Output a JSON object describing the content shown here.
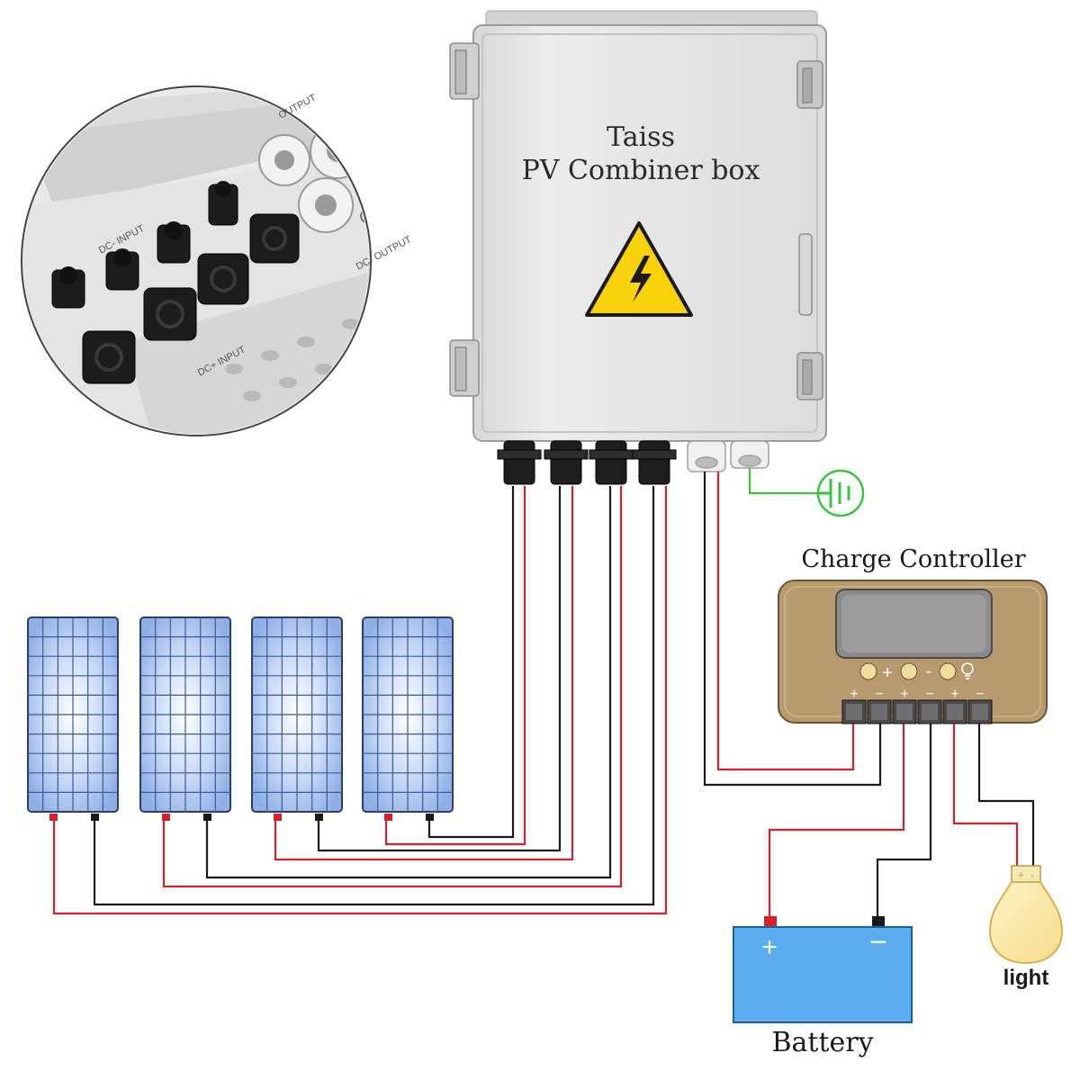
{
  "box": {
    "brand": "Taiss",
    "title": "PV Combiner box"
  },
  "inset": {
    "output": "OUTPUT",
    "dc_minus_input": "DC- INPUT",
    "dc_plus_input": "DC+ INPUT",
    "dc_minus_output": "DC- OUTPUT"
  },
  "controller": {
    "title": "Charge Controller",
    "plus": "+",
    "minus": "-",
    "terminal_signs": [
      "+",
      "−",
      "+",
      "−",
      "+",
      "−"
    ]
  },
  "battery": {
    "label": "Battery",
    "plus": "+",
    "minus": "−"
  },
  "light": {
    "label": "light",
    "bulb_plus": "+",
    "bulb_minus": "-"
  },
  "icons": {
    "warning": "high-voltage-warning-icon",
    "ground": "ground-symbol-icon",
    "bulb": "light-bulb-icon"
  },
  "colors": {
    "positive_wire": "#d8202a",
    "negative_wire": "#1a1a1a",
    "ground_wire": "#3bc43b",
    "panel_cell": "#b8cdf0",
    "battery": "#5aaef0",
    "controller": "#b79a6e",
    "warning": "#f8d20a"
  }
}
